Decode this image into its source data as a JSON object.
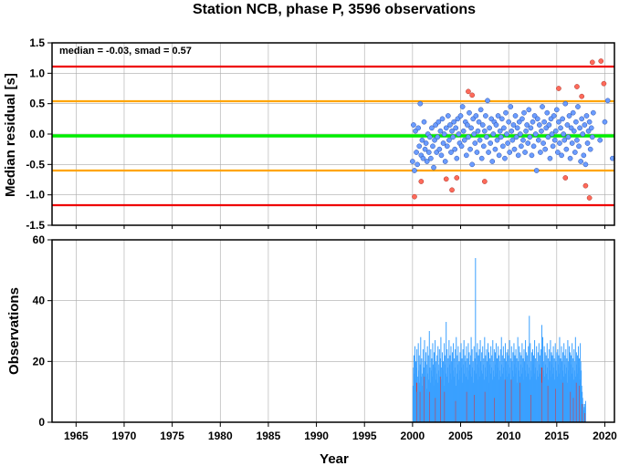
{
  "title": "Station NCB, phase P, 3596 observations",
  "x_axis_label": "Year",
  "colors": {
    "median_line": "#00ee00",
    "smad_line": "#ffa500",
    "limit_line": "#ee0000",
    "point_normal": "#6b9cff",
    "point_outlier": "#ff6a5a",
    "bar_normal": "#3aa0ff",
    "bar_outlier": "#e03030",
    "grid": "#aaaaaa"
  },
  "chart_data": [
    {
      "type": "scatter",
      "ylabel": "Median residual [s]",
      "annotation": "median = -0.03, smad = 0.57",
      "xlim": [
        1962.5,
        2021
      ],
      "ylim": [
        -1.5,
        1.5
      ],
      "yticks": [
        "1.5",
        "1.0",
        "0.5",
        "0.0",
        "-0.5",
        "-1.0",
        "-1.5"
      ],
      "ytick_values": [
        1.5,
        1.0,
        0.5,
        0.0,
        -0.5,
        -1.0,
        -1.5
      ],
      "grid": true,
      "reference_lines": [
        {
          "y": -0.03,
          "role": "median"
        },
        {
          "y": 0.54,
          "role": "smad"
        },
        {
          "y": -0.6,
          "role": "smad"
        },
        {
          "y": 1.11,
          "role": "limit"
        },
        {
          "y": -1.17,
          "role": "limit"
        }
      ],
      "points_normal": [
        [
          2000.0,
          -0.45
        ],
        [
          2000.1,
          0.15
        ],
        [
          2000.2,
          -0.6
        ],
        [
          2000.3,
          0.05
        ],
        [
          2000.4,
          -0.3
        ],
        [
          2000.5,
          -0.5
        ],
        [
          2000.6,
          0.1
        ],
        [
          2000.7,
          -0.2
        ],
        [
          2000.8,
          0.5
        ],
        [
          2000.9,
          -0.35
        ],
        [
          2001.0,
          -0.1
        ],
        [
          2001.1,
          -0.4
        ],
        [
          2001.2,
          0.2
        ],
        [
          2001.3,
          -0.25
        ],
        [
          2001.4,
          -0.15
        ],
        [
          2001.5,
          -0.45
        ],
        [
          2001.6,
          0.0
        ],
        [
          2001.7,
          -0.3
        ],
        [
          2001.8,
          -0.05
        ],
        [
          2001.9,
          -0.4
        ],
        [
          2002.0,
          0.1
        ],
        [
          2002.1,
          -0.2
        ],
        [
          2002.2,
          -0.55
        ],
        [
          2002.3,
          -0.1
        ],
        [
          2002.4,
          0.15
        ],
        [
          2002.5,
          -0.3
        ],
        [
          2002.6,
          -0.05
        ],
        [
          2002.7,
          0.2
        ],
        [
          2002.8,
          -0.25
        ],
        [
          2002.9,
          0.05
        ],
        [
          2003.0,
          -0.35
        ],
        [
          2003.1,
          0.25
        ],
        [
          2003.2,
          -0.15
        ],
        [
          2003.3,
          0.0
        ],
        [
          2003.4,
          -0.45
        ],
        [
          2003.5,
          0.1
        ],
        [
          2003.6,
          -0.2
        ],
        [
          2003.7,
          0.3
        ],
        [
          2003.8,
          -0.1
        ],
        [
          2003.9,
          0.15
        ],
        [
          2004.0,
          -0.3
        ],
        [
          2004.1,
          0.05
        ],
        [
          2004.2,
          -0.05
        ],
        [
          2004.3,
          0.2
        ],
        [
          2004.4,
          -0.25
        ],
        [
          2004.5,
          0.1
        ],
        [
          2004.6,
          -0.4
        ],
        [
          2004.7,
          0.25
        ],
        [
          2004.8,
          0.0
        ],
        [
          2004.9,
          -0.15
        ],
        [
          2005.0,
          0.3
        ],
        [
          2005.1,
          -0.2
        ],
        [
          2005.2,
          0.45
        ],
        [
          2005.3,
          0.05
        ],
        [
          2005.4,
          -0.1
        ],
        [
          2005.5,
          0.2
        ],
        [
          2005.6,
          -0.35
        ],
        [
          2005.7,
          0.15
        ],
        [
          2005.8,
          -0.05
        ],
        [
          2005.9,
          0.35
        ],
        [
          2006.0,
          -0.25
        ],
        [
          2006.1,
          0.1
        ],
        [
          2006.2,
          -0.5
        ],
        [
          2006.3,
          0.25
        ],
        [
          2006.4,
          0.0
        ],
        [
          2006.5,
          -0.15
        ],
        [
          2006.6,
          0.3
        ],
        [
          2006.7,
          -0.3
        ],
        [
          2006.8,
          0.05
        ],
        [
          2006.9,
          0.2
        ],
        [
          2007.0,
          -0.1
        ],
        [
          2007.1,
          0.4
        ],
        [
          2007.2,
          -0.4
        ],
        [
          2007.3,
          0.15
        ],
        [
          2007.4,
          -0.2
        ],
        [
          2007.5,
          0.05
        ],
        [
          2007.6,
          0.3
        ],
        [
          2007.7,
          -0.05
        ],
        [
          2007.8,
          0.55
        ],
        [
          2007.9,
          -0.3
        ],
        [
          2008.0,
          0.1
        ],
        [
          2008.1,
          -0.15
        ],
        [
          2008.2,
          0.25
        ],
        [
          2008.3,
          -0.45
        ],
        [
          2008.4,
          0.0
        ],
        [
          2008.5,
          0.2
        ],
        [
          2008.6,
          -0.25
        ],
        [
          2008.7,
          0.15
        ],
        [
          2008.8,
          -0.1
        ],
        [
          2008.9,
          0.3
        ],
        [
          2009.0,
          -0.35
        ],
        [
          2009.1,
          0.05
        ],
        [
          2009.2,
          -0.05
        ],
        [
          2009.3,
          0.25
        ],
        [
          2009.4,
          -0.2
        ],
        [
          2009.5,
          0.1
        ],
        [
          2009.6,
          -0.4
        ],
        [
          2009.7,
          0.35
        ],
        [
          2009.8,
          0.0
        ],
        [
          2009.9,
          -0.15
        ],
        [
          2010.0,
          0.2
        ],
        [
          2010.1,
          -0.3
        ],
        [
          2010.2,
          0.45
        ],
        [
          2010.3,
          0.05
        ],
        [
          2010.4,
          -0.1
        ],
        [
          2010.5,
          0.15
        ],
        [
          2010.6,
          -0.25
        ],
        [
          2010.7,
          0.3
        ],
        [
          2010.8,
          -0.05
        ],
        [
          2010.9,
          0.1
        ],
        [
          2011.0,
          -0.35
        ],
        [
          2011.1,
          0.2
        ],
        [
          2011.2,
          0.0
        ],
        [
          2011.3,
          -0.2
        ],
        [
          2011.4,
          0.25
        ],
        [
          2011.5,
          -0.1
        ],
        [
          2011.6,
          0.35
        ],
        [
          2011.7,
          -0.3
        ],
        [
          2011.8,
          0.05
        ],
        [
          2011.9,
          0.15
        ],
        [
          2012.0,
          -0.15
        ],
        [
          2012.1,
          0.4
        ],
        [
          2012.2,
          -0.05
        ],
        [
          2012.3,
          0.1
        ],
        [
          2012.4,
          -0.35
        ],
        [
          2012.5,
          0.2
        ],
        [
          2012.6,
          -0.2
        ],
        [
          2012.7,
          0.3
        ],
        [
          2012.8,
          0.0
        ],
        [
          2012.9,
          -0.6
        ],
        [
          2013.0,
          0.25
        ],
        [
          2013.1,
          -0.1
        ],
        [
          2013.2,
          0.15
        ],
        [
          2013.3,
          -0.3
        ],
        [
          2013.4,
          0.05
        ],
        [
          2013.5,
          0.45
        ],
        [
          2013.6,
          -0.15
        ],
        [
          2013.7,
          0.2
        ],
        [
          2013.8,
          -0.25
        ],
        [
          2013.9,
          0.1
        ],
        [
          2014.0,
          0.35
        ],
        [
          2014.1,
          -0.05
        ],
        [
          2014.2,
          0.15
        ],
        [
          2014.3,
          -0.4
        ],
        [
          2014.4,
          0.25
        ],
        [
          2014.5,
          0.0
        ],
        [
          2014.6,
          -0.2
        ],
        [
          2014.7,
          0.3
        ],
        [
          2014.8,
          -0.1
        ],
        [
          2014.9,
          0.05
        ],
        [
          2015.0,
          0.4
        ],
        [
          2015.1,
          -0.3
        ],
        [
          2015.2,
          0.2
        ],
        [
          2015.3,
          -0.15
        ],
        [
          2015.4,
          0.1
        ],
        [
          2015.5,
          -0.35
        ],
        [
          2015.6,
          0.25
        ],
        [
          2015.7,
          0.0
        ],
        [
          2015.8,
          -0.1
        ],
        [
          2015.9,
          0.5
        ],
        [
          2016.0,
          -0.25
        ],
        [
          2016.1,
          0.15
        ],
        [
          2016.2,
          -0.05
        ],
        [
          2016.3,
          0.3
        ],
        [
          2016.4,
          -0.4
        ],
        [
          2016.5,
          0.1
        ],
        [
          2016.6,
          -0.15
        ],
        [
          2016.7,
          0.35
        ],
        [
          2016.8,
          0.05
        ],
        [
          2016.9,
          -0.3
        ],
        [
          2017.0,
          0.2
        ],
        [
          2017.1,
          -0.1
        ],
        [
          2017.2,
          0.45
        ],
        [
          2017.3,
          -0.2
        ],
        [
          2017.4,
          0.1
        ],
        [
          2017.5,
          -0.45
        ],
        [
          2017.6,
          0.25
        ],
        [
          2017.7,
          0.0
        ],
        [
          2017.8,
          -0.35
        ],
        [
          2017.9,
          0.15
        ],
        [
          2018.0,
          -0.5
        ],
        [
          2018.1,
          0.3
        ],
        [
          2018.2,
          -0.15
        ],
        [
          2018.3,
          0.05
        ],
        [
          2018.4,
          0.2
        ],
        [
          2018.5,
          -0.25
        ],
        [
          2018.6,
          0.1
        ],
        [
          2018.7,
          -0.05
        ],
        [
          2018.8,
          0.35
        ],
        [
          2019.5,
          -0.1
        ],
        [
          2020.0,
          0.2
        ],
        [
          2020.3,
          0.55
        ],
        [
          2020.8,
          -0.4
        ]
      ],
      "points_outlier": [
        [
          2000.2,
          -1.03
        ],
        [
          2000.9,
          -0.78
        ],
        [
          2003.5,
          -0.74
        ],
        [
          2004.1,
          -0.92
        ],
        [
          2004.6,
          -0.72
        ],
        [
          2005.8,
          0.7
        ],
        [
          2006.2,
          0.64
        ],
        [
          2007.5,
          -0.78
        ],
        [
          2015.2,
          0.75
        ],
        [
          2015.9,
          -0.72
        ],
        [
          2017.1,
          0.78
        ],
        [
          2017.6,
          0.62
        ],
        [
          2018.0,
          -0.85
        ],
        [
          2018.4,
          -1.05
        ],
        [
          2018.7,
          1.18
        ],
        [
          2019.6,
          1.2
        ],
        [
          2019.9,
          0.83
        ]
      ]
    },
    {
      "type": "bar",
      "ylabel": "Observations",
      "xlim": [
        1962.5,
        2021
      ],
      "ylim": [
        0,
        60
      ],
      "yticks": [
        "60",
        "40",
        "20",
        "0"
      ],
      "ytick_values": [
        60,
        40,
        20,
        0
      ],
      "xticks": [
        "1965",
        "1970",
        "1975",
        "1980",
        "1985",
        "1990",
        "1995",
        "2000",
        "2005",
        "2010",
        "2015",
        "2020"
      ],
      "xtick_values": [
        1965,
        1970,
        1975,
        1980,
        1985,
        1990,
        1995,
        2000,
        2005,
        2010,
        2015,
        2020
      ],
      "grid": true,
      "bar_start": 2000.0,
      "bar_step": 0.05,
      "values_total": [
        12,
        18,
        22,
        16,
        25,
        14,
        20,
        18,
        24,
        10,
        15,
        26,
        17,
        22,
        13,
        19,
        28,
        15,
        21,
        12,
        16,
        24,
        18,
        14,
        27,
        20,
        15,
        23,
        11,
        19,
        25,
        16,
        22,
        14,
        30,
        18,
        13,
        24,
        17,
        21,
        15,
        26,
        19,
        12,
        23,
        18,
        27,
        14,
        20,
        16,
        22,
        13,
        25,
        17,
        19,
        24,
        15,
        21,
        28,
        18,
        14,
        23,
        17,
        20,
        12,
        26,
        19,
        22,
        16,
        33,
        15,
        24,
        18,
        21,
        13,
        27,
        19,
        22,
        16,
        25,
        14,
        20,
        23,
        17,
        26,
        15,
        21,
        18,
        24,
        12,
        28,
        16,
        22,
        19,
        25,
        14,
        20,
        17,
        23,
        15,
        26,
        18,
        21,
        13,
        24,
        19,
        27,
        16,
        22,
        20,
        15,
        25,
        18,
        21,
        14,
        26,
        17,
        23,
        19,
        16,
        22,
        28,
        15,
        24,
        18,
        20,
        13,
        25,
        17,
        21,
        54,
        16,
        23,
        19,
        26,
        14,
        22,
        18,
        24,
        15,
        27,
        20,
        17,
        23,
        16,
        25,
        19,
        21,
        14,
        28,
        18,
        22,
        15,
        24,
        20,
        17,
        26,
        13,
        23,
        19,
        21,
        16,
        25,
        18,
        22,
        14,
        27,
        20,
        17,
        24,
        15,
        23,
        19,
        26,
        16,
        21,
        18,
        25,
        14,
        22,
        20,
        17,
        24,
        15,
        28,
        19,
        22,
        16,
        25,
        18,
        21,
        14,
        26,
        20,
        17,
        23,
        15,
        24,
        19,
        22,
        16,
        27,
        18,
        21,
        14,
        25,
        20,
        17,
        23,
        15,
        26,
        19,
        22,
        16,
        24,
        18,
        21,
        13,
        28,
        20,
        17,
        25,
        15,
        23,
        19,
        22,
        16,
        26,
        18,
        21,
        14,
        24,
        20,
        17,
        27,
        15,
        23,
        19,
        22,
        16,
        25,
        18,
        35,
        14,
        26,
        20,
        17,
        23,
        15,
        24,
        19,
        22,
        16,
        27,
        18,
        21,
        14,
        25,
        20,
        17,
        23,
        15,
        26,
        19,
        22,
        16,
        24,
        18,
        32,
        13,
        28,
        20,
        17,
        25,
        15,
        23,
        19,
        22,
        16,
        26,
        18,
        21,
        14,
        24,
        20,
        17,
        27,
        15,
        23,
        19,
        22,
        16,
        25,
        18,
        21,
        14,
        26,
        20,
        17,
        23,
        15,
        24,
        19,
        22,
        16,
        28,
        18,
        21,
        14,
        25,
        20,
        17,
        23,
        15,
        26,
        19,
        22,
        16,
        24,
        18,
        21,
        13,
        27,
        20,
        17,
        25,
        15,
        23,
        19,
        22,
        16,
        26,
        18,
        21,
        14,
        24,
        20,
        17,
        28,
        15,
        23,
        19,
        22,
        16,
        25,
        18,
        21,
        14,
        26,
        20,
        17,
        12,
        10,
        8,
        6,
        5,
        4,
        6,
        5,
        7
      ],
      "values_outlier_idx": [
        8,
        15,
        24,
        35,
        47,
        58,
        66,
        89,
        112,
        128,
        150,
        170,
        192,
        205,
        223,
        246,
        268,
        281,
        297,
        312,
        328,
        334,
        340,
        346,
        352,
        358
      ]
    }
  ]
}
